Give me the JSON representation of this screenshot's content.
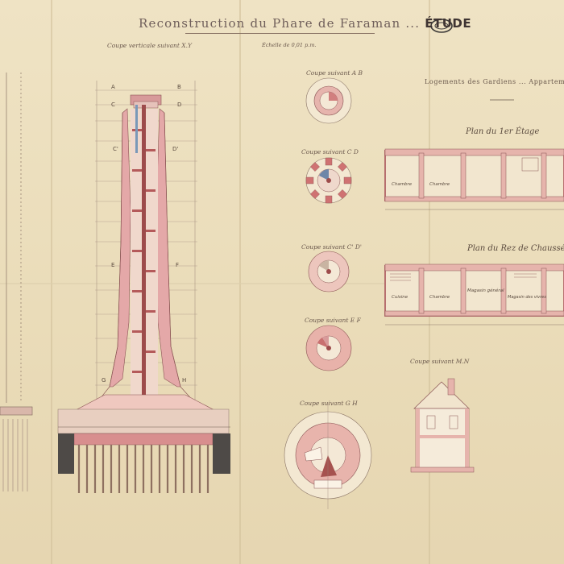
{
  "title": {
    "main": "Reconstruction du Phare de Faraman",
    "sep": "...",
    "study": "ÉTUDE"
  },
  "labels": {
    "vertical_section": "Coupe verticale suivant X.Y",
    "scale": "Échelle de 0,01 p.m.",
    "section_ab": "Coupe suivant A B",
    "section_cd": "Coupe suivant C D",
    "section_cd2": "Coupe suivant C' D'",
    "section_ef": "Coupe suivant E F",
    "section_gh": "Coupe suivant G H",
    "keepers": "Logements des Gardiens ... Appartements R",
    "plan_first": "Plan du 1er Étage",
    "plan_ground": "Plan du Rez de Chaussée",
    "section_mn": "Coupe suivant M.N"
  },
  "tower_letters": [
    "A",
    "B",
    "C",
    "D",
    "C'",
    "D'",
    "E",
    "F",
    "G",
    "H"
  ],
  "room_names": [
    "Chambre",
    "Chambre",
    "Cuisine",
    "Chambre",
    "Magasin général",
    "Magasin des vivres"
  ]
}
